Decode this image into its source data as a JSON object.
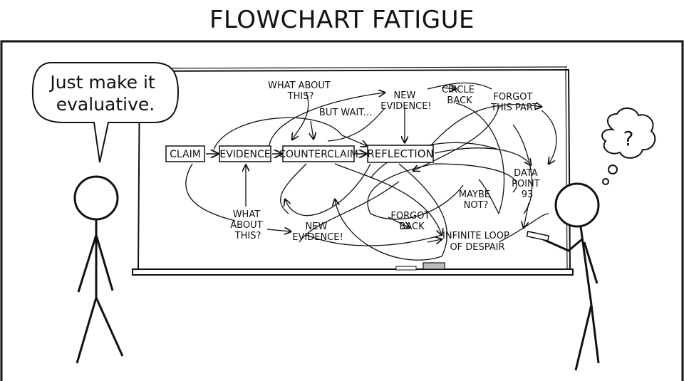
{
  "comic": {
    "title": "FLOWCHART FATIGUE",
    "speech": [
      "Just make it",
      "evaluative."
    ],
    "thought": "?"
  },
  "flowchart": {
    "main": [
      "CLAIM",
      "EVIDENCE",
      "COUNTERCLAIM",
      "REFLECTION"
    ],
    "labels": {
      "what_about_top": [
        "WHAT ABOUT",
        "THIS?"
      ],
      "new_evidence_top": [
        "NEW",
        "EVIDENCE!"
      ],
      "circle_back": [
        "CIRCLE",
        "BACK"
      ],
      "forgot_this_part": [
        "FORGOT",
        "THIS PART"
      ],
      "but_wait": "BUT WAIT...",
      "data_point": [
        "DATA",
        "POINT",
        "93"
      ],
      "maybe_not": [
        "MAYBE",
        "NOT?"
      ],
      "what_about_bottom": [
        "WHAT",
        "ABOUT",
        "THIS?"
      ],
      "new_evidence_bottom": [
        "NEW",
        "EVIDENCE!"
      ],
      "forgot_back": [
        "FORGOT",
        "BACK"
      ],
      "infinite_loop": [
        "INFINITE LOOP",
        "OF DESPAIR"
      ]
    }
  }
}
